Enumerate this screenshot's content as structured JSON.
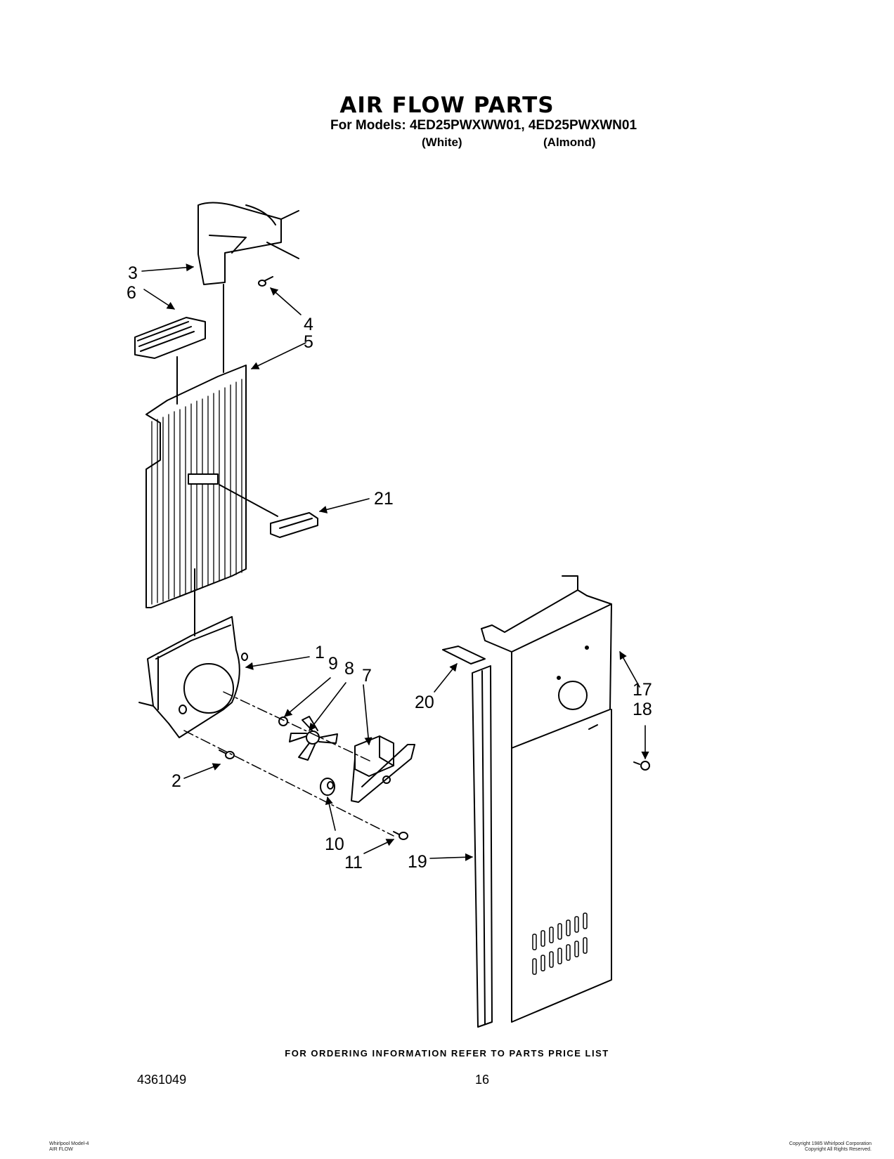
{
  "header": {
    "title": "AIR FLOW PARTS",
    "models_line": "For Models: 4ED25PWXWW01, 4ED25PWXWN01",
    "variant_white": "(White)",
    "variant_almond": "(Almond)"
  },
  "callouts": [
    "1",
    "2",
    "3",
    "4",
    "5",
    "6",
    "7",
    "8",
    "9",
    "10",
    "11",
    "17",
    "18",
    "19",
    "20",
    "21"
  ],
  "footer": {
    "ordering_note": "FOR ORDERING INFORMATION REFER TO PARTS PRICE LIST",
    "doc_number": "4361049",
    "page_number": "16",
    "bottom_left_line1": "Whirlpool Model-4",
    "bottom_left_line2": "AIR FLOW",
    "bottom_right_line1": "Copyright 1985 Whirlpool Corporation",
    "bottom_right_line2": "Copyright All Rights Reserved."
  }
}
